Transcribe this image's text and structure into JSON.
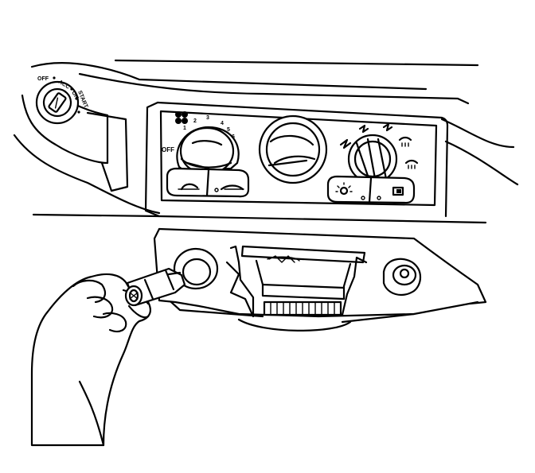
{
  "ignition": {
    "positions": [
      "OFF",
      "ACC",
      "ON",
      "START"
    ]
  },
  "fan_control": {
    "off_label": "OFF",
    "speeds": [
      "1",
      "2",
      "3",
      "4",
      "5",
      "6"
    ]
  },
  "icons": {
    "fan": "fan-icon",
    "vent_low": "floor-vent-icon",
    "vent_high": "panel-vent-icon",
    "defrost": "defrost-icon",
    "rear_defrost": "rear-defrost-icon",
    "bulb": "light-icon",
    "recirc": "recirculation-icon"
  },
  "colors": {
    "line": "#000000",
    "background": "#ffffff"
  }
}
